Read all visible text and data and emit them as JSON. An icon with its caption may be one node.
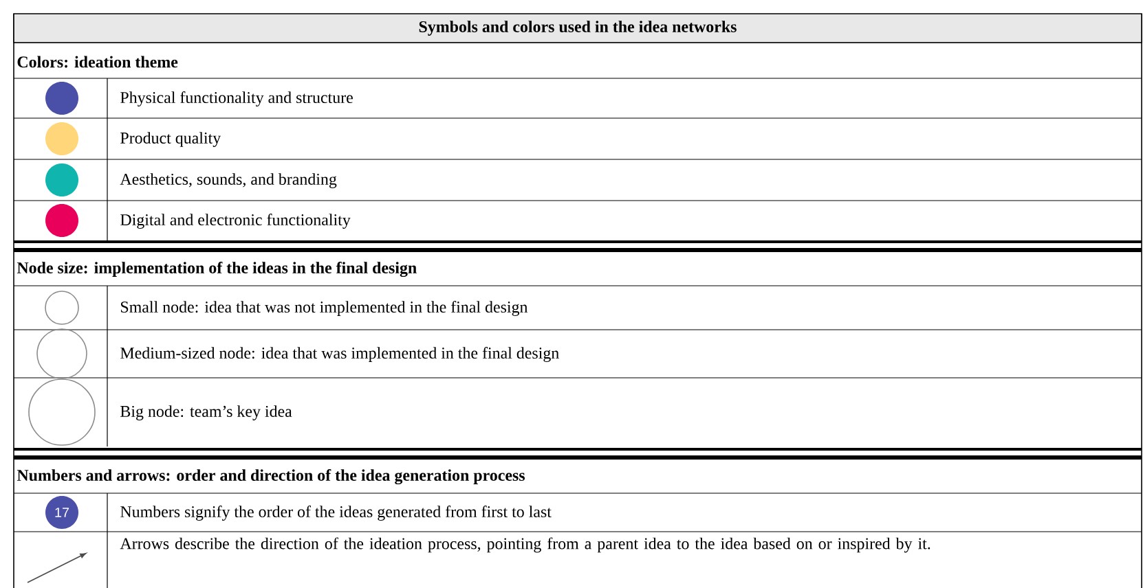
{
  "diagram": {
    "title": "Symbols and colors used in the idea networks",
    "labels": [
      "Colors: ideation theme",
      "Node size: implementation of the ideas in the final design",
      "Numbers and arrows: order and direction of the idea generation process",
      "17"
    ],
    "legend": [
      {
        "text": "Physical functionality and structure",
        "color": "#4a4fa8"
      },
      {
        "text": "Product quality",
        "color": "#ffd77a"
      },
      {
        "text": "Aesthetics, sounds, and branding",
        "color": "#10b5ad"
      },
      {
        "text": "Digital and electronic functionality",
        "color": "#e8005a"
      },
      {
        "text": "Small node: idea that was not implemented in the final design"
      },
      {
        "text": "Medium-sized node: idea that was implemented in the final design"
      },
      {
        "text": "Big node: team’s key idea"
      },
      {
        "text": "Numbers signify the order of the ideas generated from first to last"
      },
      {
        "text": "Arrows describe the direction of the ideation process, pointing from a parent idea to the idea based on or inspired by it."
      }
    ]
  }
}
